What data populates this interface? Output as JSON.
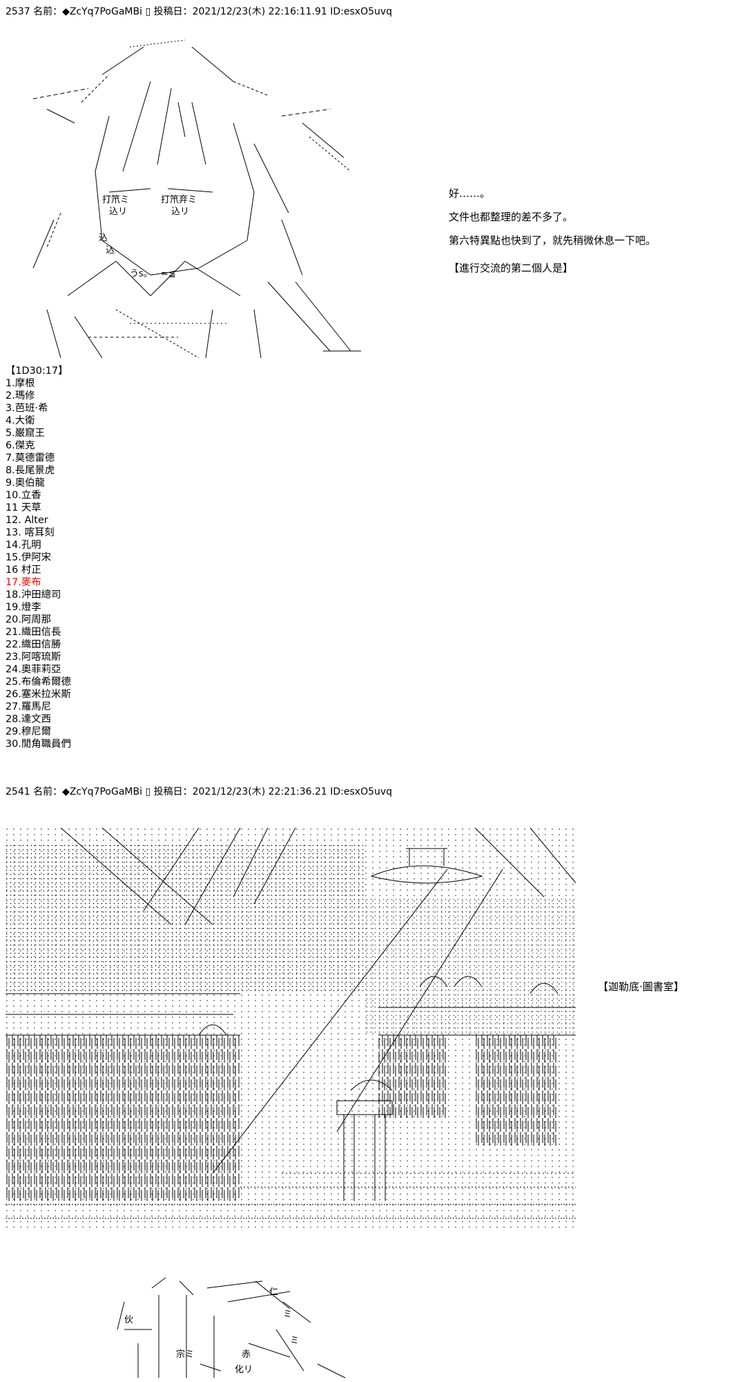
{
  "posts": [
    {
      "header": "2537 名前：◆ZcYq7PoGaMBi ▯ 投稿日：2021/12/23(木) 22:16:11.91 ID:esxO5uvq",
      "dialog": [
        "好……。",
        "文件也都整理的差不多了。",
        "第六特異點也快到了，就先稍微休息一下吧。"
      ],
      "note": "【進行交流的第二個人是】",
      "aa_labels": [
        "打笊ミ",
        "打笊弃ミ",
        "込リ",
        "込リ",
        "込",
        "込",
        "うs。",
        "=≦"
      ],
      "vote": {
        "head": "【1D30:17】",
        "items": [
          "1.摩根",
          "2.瑪修",
          "3.芭班·希",
          "4.大衛",
          "5.巌窟王",
          "6.傑克",
          "7.莫德雷德",
          "8.長尾景虎",
          "9.奧伯龍",
          "10.立香",
          "11 天草",
          "12. Alter",
          "13. 喀耳刻",
          "14.孔明",
          "15.伊阿宋",
          "16 村正",
          "17.麥布",
          "18.沖田總司",
          "19.燈李",
          "20.阿周那",
          "21.織田信長",
          "22.織田信勝",
          "23.阿喀琉斯",
          "24.奧菲莉亞",
          "25.布倫希爾德",
          "26.塞米拉米斯",
          "27.羅馬尼",
          "28.達文西",
          "29.穆尼爾",
          "30.閒角職員們"
        ],
        "highlight_index": 16,
        "highlight_color": "#ff0000"
      }
    },
    {
      "header": "2541 名前：◆ZcYq7PoGaMBi ▯ 投稿日：2021/12/23(木) 22:21:36.21 ID:esxO5uvq",
      "location": "【迦勒底·圖書室】",
      "aa_labels": [
        "ミ",
        "伙",
        "仁",
        "ミ",
        "宗ミ",
        "赤",
        "化リ"
      ]
    }
  ]
}
